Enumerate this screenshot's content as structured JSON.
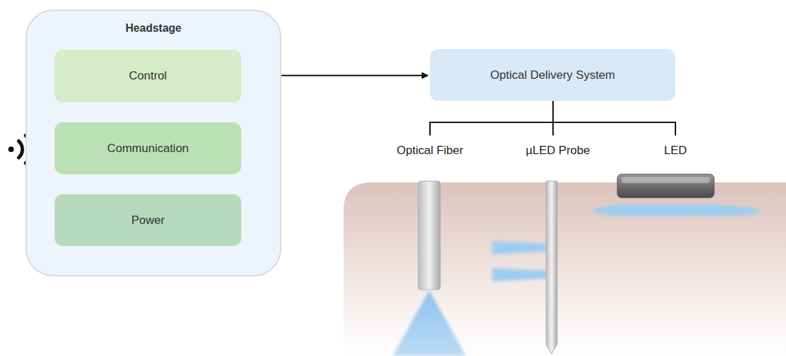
{
  "diagram": {
    "nodes": [
      {
        "text": [
          "Headstage"
        ]
      },
      {
        "text": [
          "Control"
        ],
        "in": 0
      },
      {
        "text": [
          "Communication"
        ],
        "in": 0
      },
      {
        "text": [
          "Power"
        ],
        "in": 0
      },
      {
        "text": [
          "Optical Delivery System"
        ]
      }
    ],
    "edges": [
      {
        "from": 1,
        "to": 4,
        "arrow": "both"
      }
    ],
    "labels": [
      "Optical Fiber",
      "µLED Probe",
      "LED"
    ]
  }
}
